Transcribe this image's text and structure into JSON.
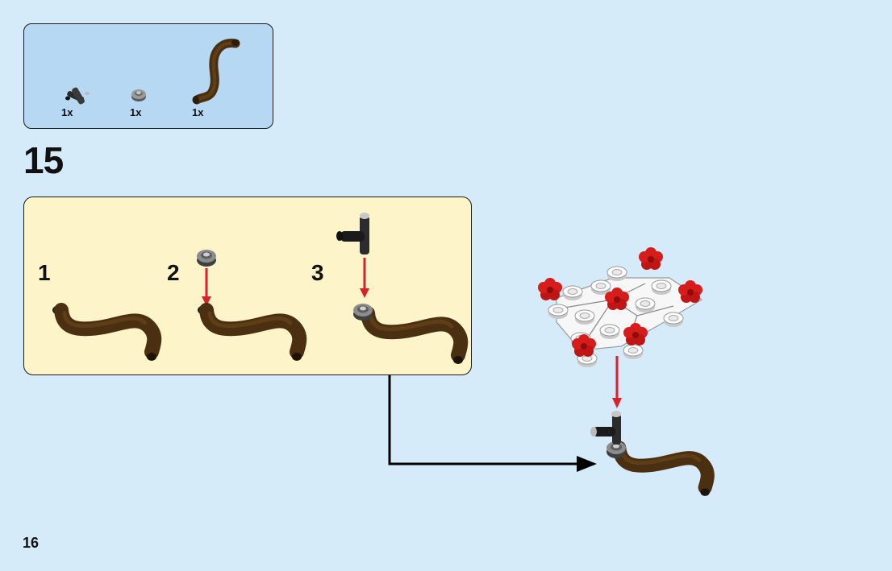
{
  "parts_list": {
    "items": [
      {
        "name": "black-t-bar-piece",
        "quantity": "1x"
      },
      {
        "name": "dark-gray-round-plate",
        "quantity": "1x"
      },
      {
        "name": "brown-curved-branch",
        "quantity": "1x"
      }
    ]
  },
  "step": {
    "number": "15"
  },
  "sub_steps": [
    {
      "label": "1"
    },
    {
      "label": "2"
    },
    {
      "label": "3"
    }
  ],
  "page": {
    "number": "16"
  },
  "colors": {
    "background": "#d5ebf9",
    "parts_box": "#b6d8f2",
    "sub_box": "#fdf4c9",
    "brown": "#4a3011",
    "arrow_red": "#d7212b",
    "flower_red": "#d71c1c"
  }
}
